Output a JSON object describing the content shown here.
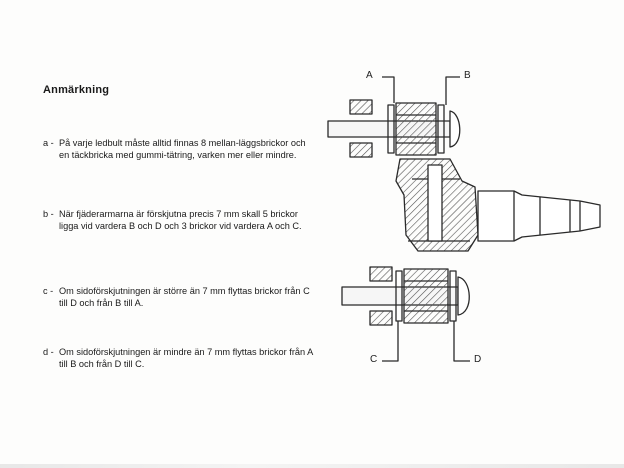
{
  "heading": "Anmärkning",
  "notes": [
    {
      "key": "a -",
      "text": "På varje ledbult måste alltid finnas 8 mellan-läggsbrickor och en täckbricka med gummi-tätring, varken mer eller mindre."
    },
    {
      "key": "b -",
      "text": "När fjäderarmarna är förskjutna precis 7 mm skall 5 brickor ligga vid vardera B och D och 3 brickor vid vardera A och C."
    },
    {
      "key": "c -",
      "text": "Om sidoförskjutningen är större än 7 mm flyttas brickor från C till D och från B till A."
    },
    {
      "key": "d -",
      "text": "Om sidoförskjutningen är mindre än 7 mm flyttas brickor från A till B och från D till C."
    }
  ],
  "diagram": {
    "labels": {
      "a": "A",
      "b": "B",
      "c": "C",
      "d": "D"
    },
    "ink": "#2a2a2a",
    "hatch": "#555555"
  }
}
